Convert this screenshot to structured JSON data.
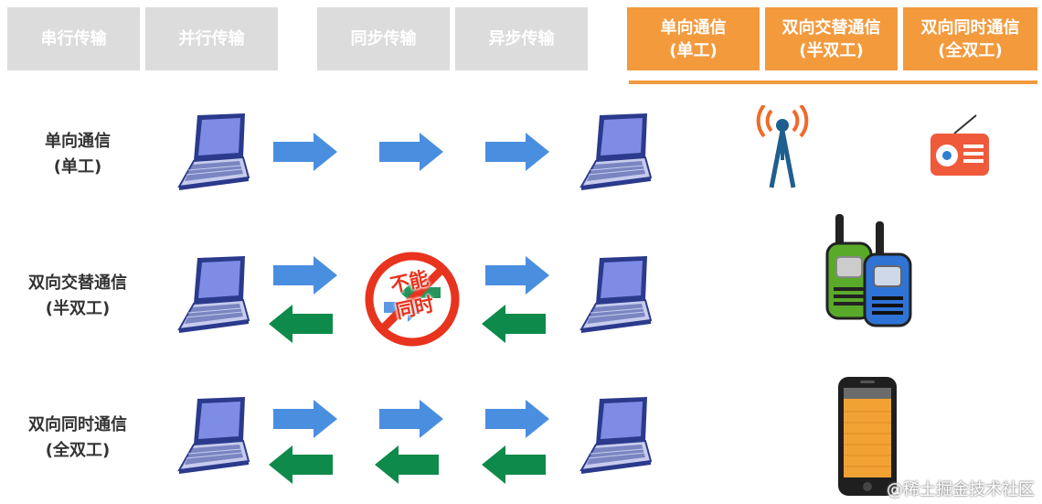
{
  "headers": {
    "serial": "串行传输",
    "parallel": "并行传输",
    "sync": "同步传输",
    "async": "异步传输",
    "simplex": [
      "单向通信",
      "(单工)"
    ],
    "half_duplex": [
      "双向交替通信",
      "(半双工)"
    ],
    "full_duplex": [
      "双向同时通信",
      "(全双工)"
    ]
  },
  "rows": {
    "simplex": [
      "单向通信",
      "(单工)"
    ],
    "half_duplex": [
      "双向交替通信",
      "(半双工)"
    ],
    "full_duplex": [
      "双向同时通信",
      "(全双工)"
    ]
  },
  "no_simultaneous": [
    "不能",
    "同时"
  ],
  "watermark": "@稀土掘金技术社区",
  "colors": {
    "header_gray": "#dcdcdc",
    "header_orange": "#f39a3d",
    "arrow_blue": "#4a8ee0",
    "arrow_green": "#0e8a4a",
    "forbid_red": "#e8331e",
    "laptop_frame": "#2b3a8c"
  }
}
